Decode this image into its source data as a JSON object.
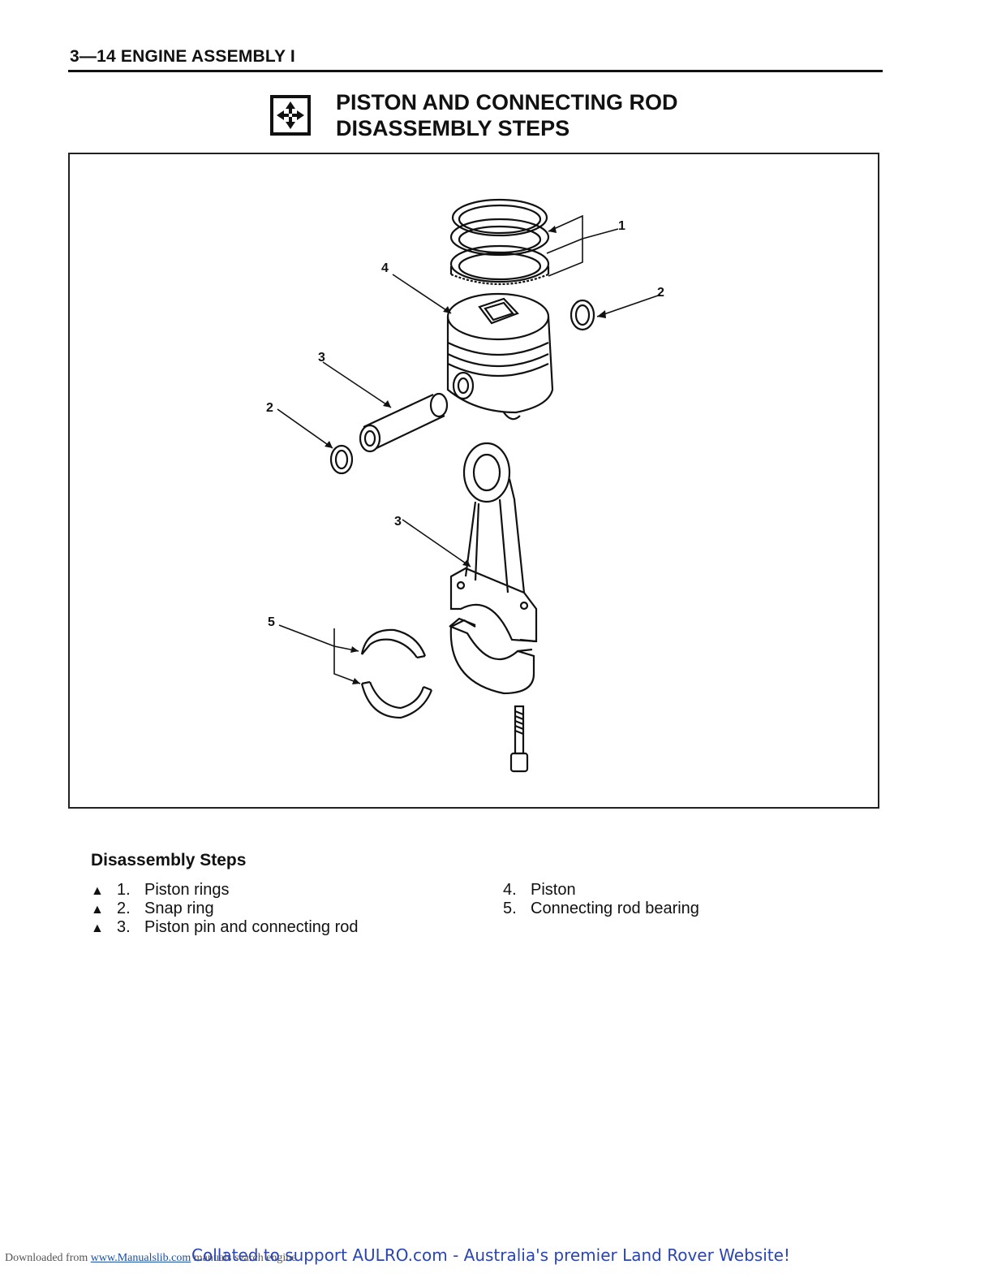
{
  "header": {
    "section": "3—14 ENGINE ASSEMBLY I"
  },
  "title": {
    "line1": "PISTON AND CONNECTING ROD",
    "line2": "DISASSEMBLY STEPS",
    "icon": "disassembly-arrows-icon"
  },
  "figure": {
    "callouts": {
      "c1": "1",
      "c2a": "2",
      "c2b": "2",
      "c3a": "3",
      "c3b": "3",
      "c4": "4",
      "c5": "5"
    }
  },
  "steps": {
    "heading": "Disassembly Steps",
    "marker": "▲",
    "items": [
      {
        "num": "1.",
        "label": "Piston rings"
      },
      {
        "num": "2.",
        "label": "Snap ring"
      },
      {
        "num": "3.",
        "label": "Piston pin and connecting rod"
      },
      {
        "num": "4.",
        "label": "Piston"
      },
      {
        "num": "5.",
        "label": "Connecting rod bearing"
      }
    ]
  },
  "footer": {
    "downloaded_prefix": "Downloaded from",
    "link": "www.Manualslib.com",
    "suffix": "manuals search engine",
    "collated": "Collated to support AULRO.com - Australia's premier Land Rover Website!"
  }
}
